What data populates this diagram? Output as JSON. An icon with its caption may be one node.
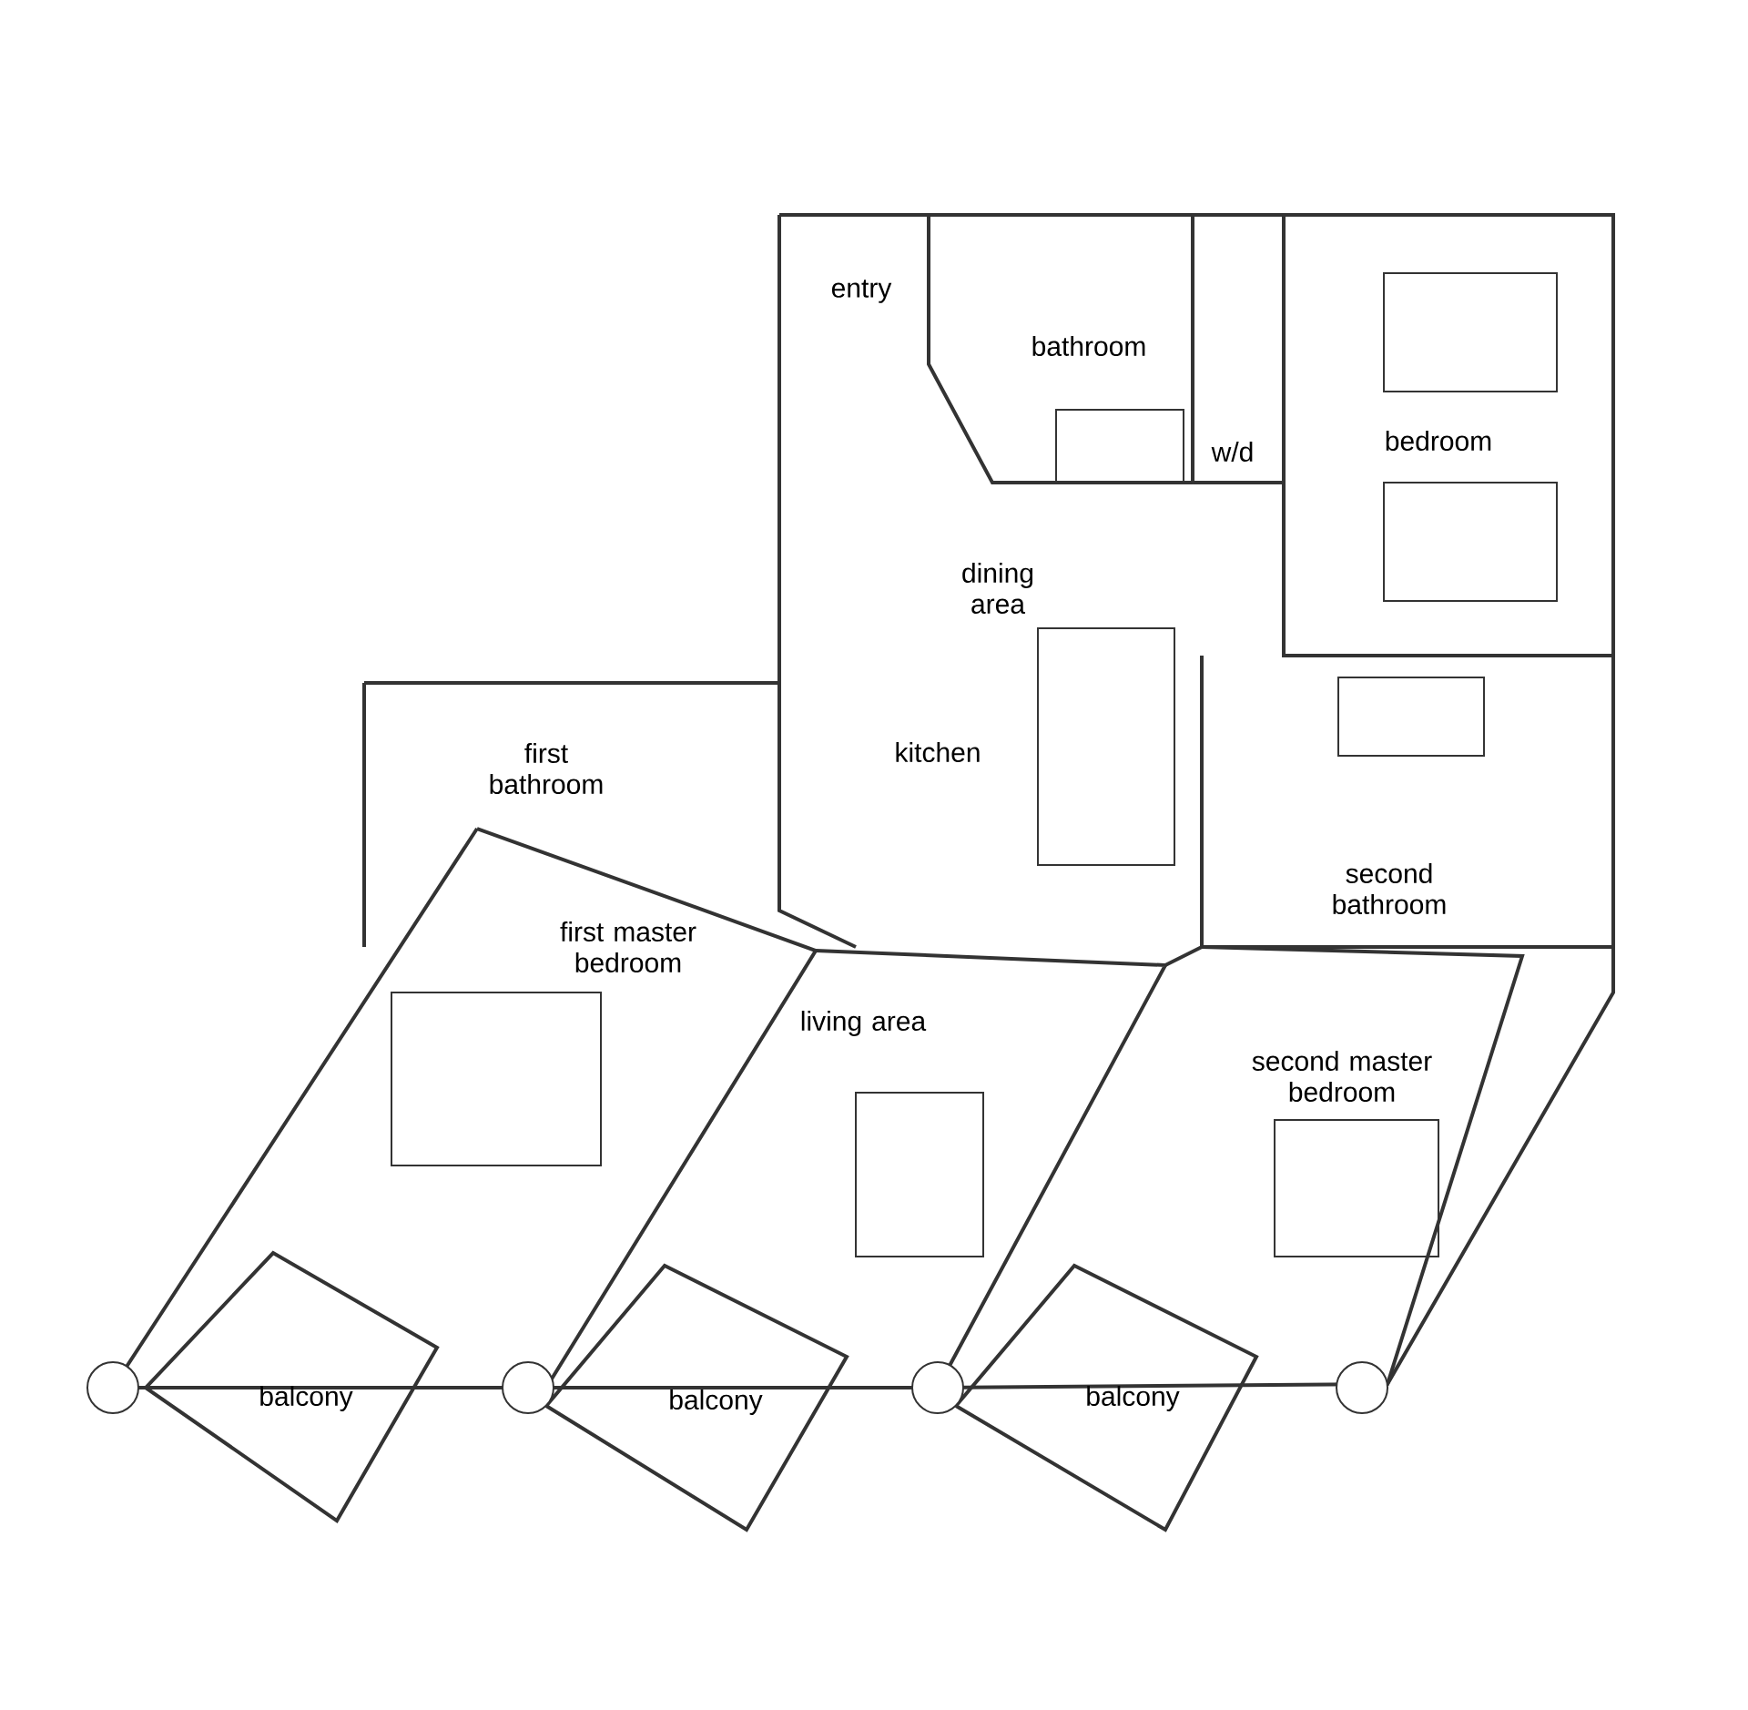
{
  "diagram": {
    "labels": [
      "entry",
      "bathroom",
      "bedroom",
      "w/d",
      "dining area",
      "first bathroom",
      "kitchen",
      "second bathroom",
      "first master bedroom",
      "living area",
      "second master bedroom",
      "balcony",
      "balcony",
      "balcony"
    ]
  }
}
